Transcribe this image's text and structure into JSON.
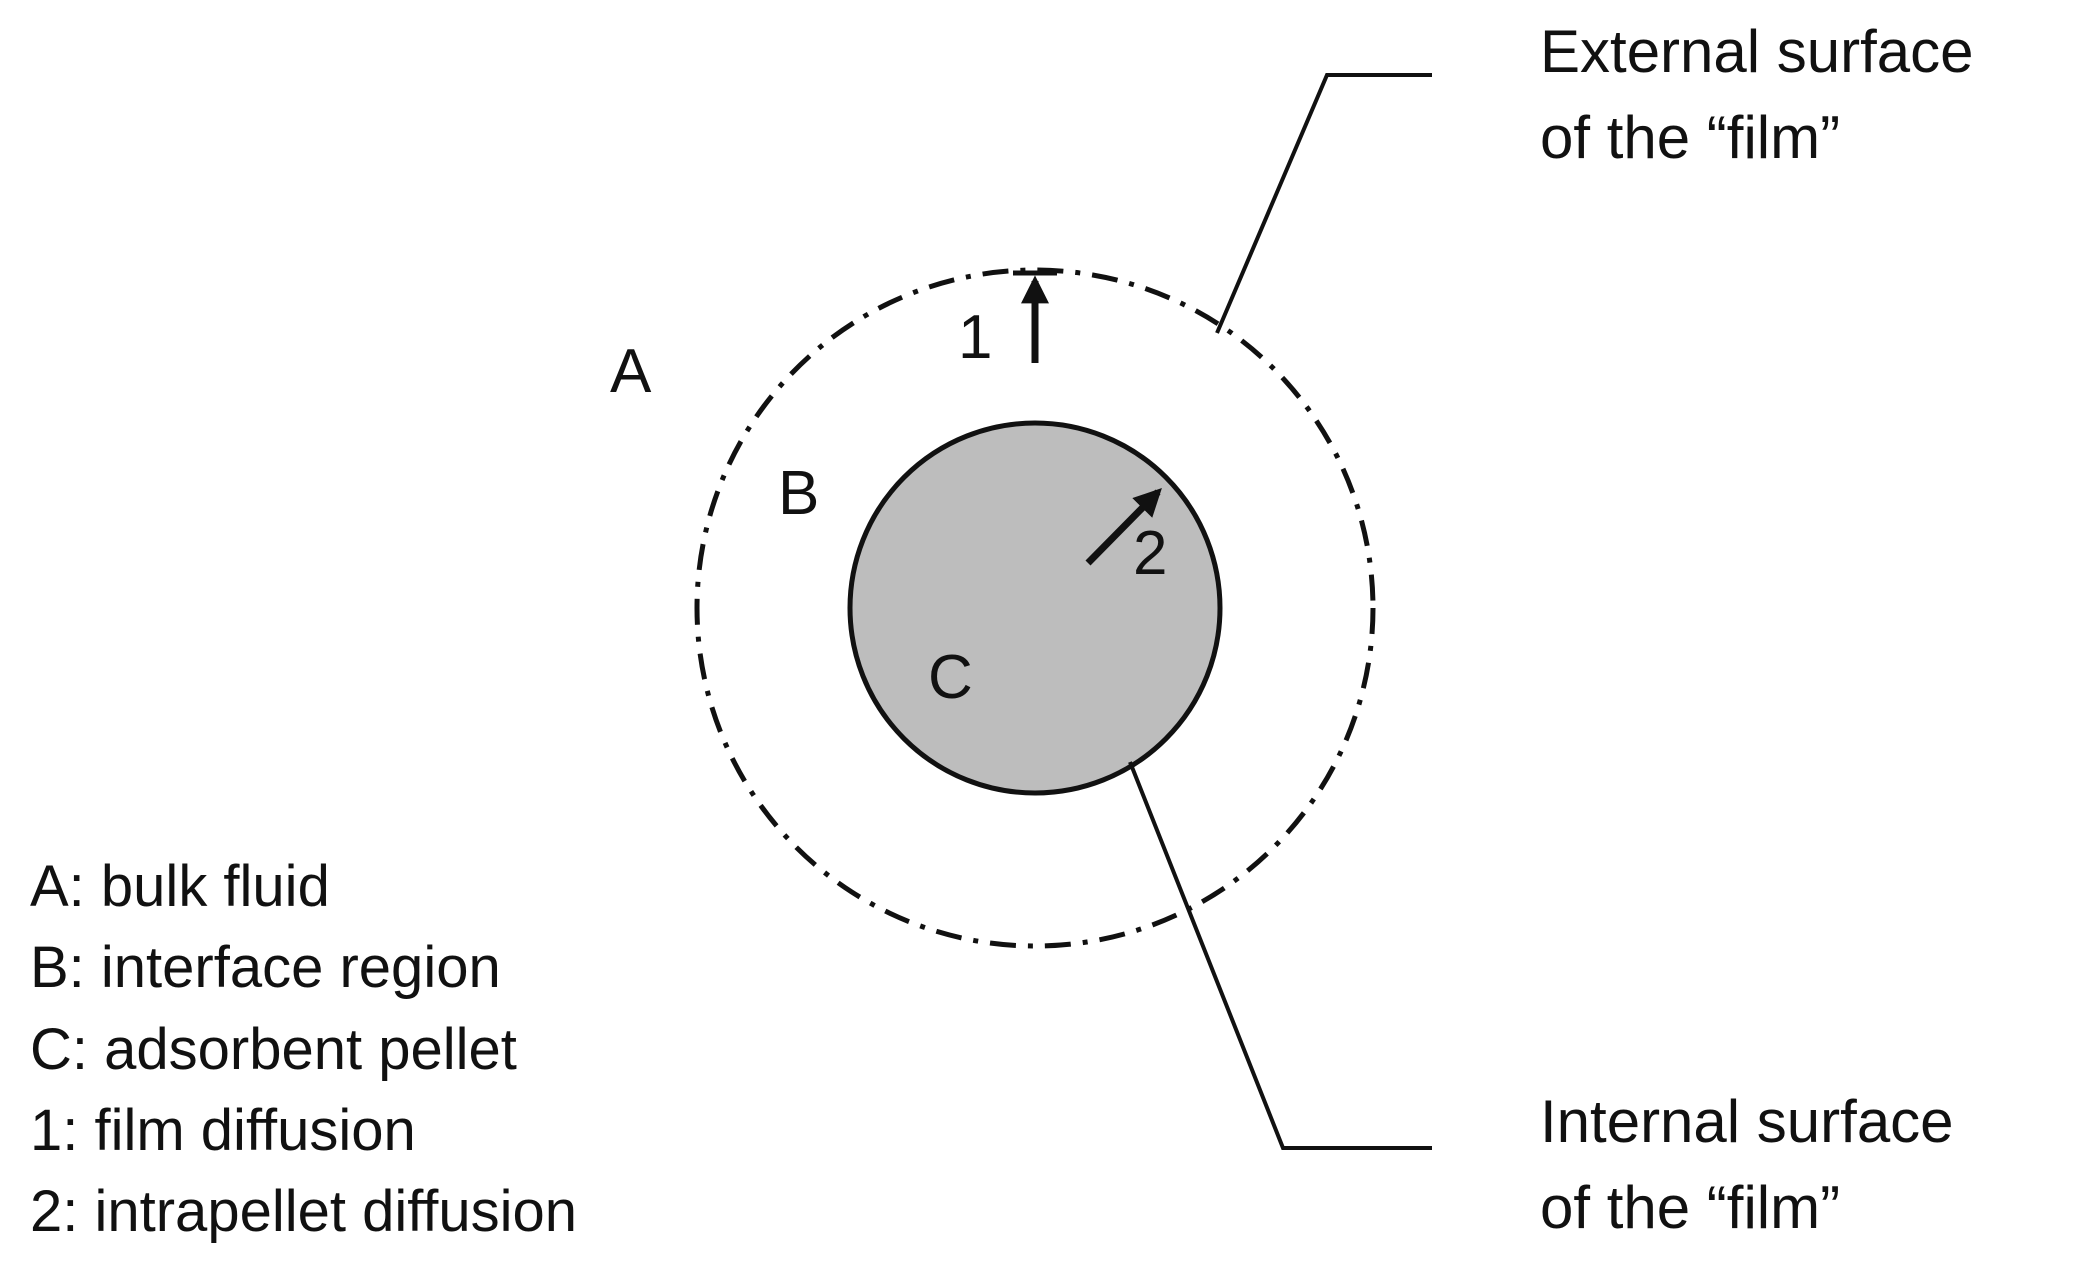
{
  "regions": {
    "a": "A",
    "b": "B",
    "c": "C"
  },
  "arrows": {
    "film": "1",
    "intrapellet": "2"
  },
  "callouts": {
    "external": [
      "External surface",
      "of the “film”"
    ],
    "internal": [
      "Internal surface",
      "of the “film”"
    ]
  },
  "legend": [
    "A: bulk fluid",
    "B: interface region",
    "C: adsorbent pellet",
    "1: film diffusion",
    "2: intrapellet diffusion"
  ],
  "colors": {
    "pellet_fill": "#bdbdbd",
    "stroke": "#111111"
  }
}
